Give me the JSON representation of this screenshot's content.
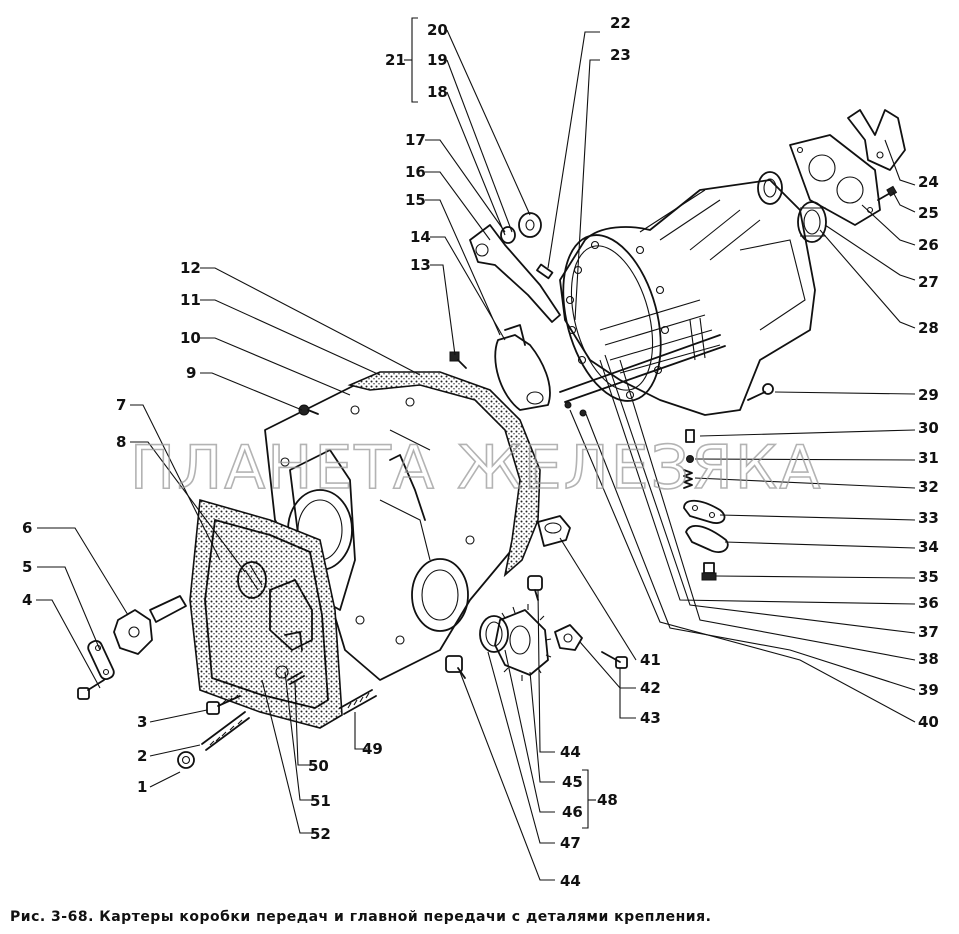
{
  "figure": {
    "caption": "Рис. 3-68. Картеры коробки передач и главной передачи с деталями крепления.",
    "watermark": "ПЛАНЕТА ЖЕЛЕЗЯКА",
    "brackets": {
      "group_21": "21",
      "group_48": "48"
    }
  },
  "callouts": {
    "c1": "1",
    "c2": "2",
    "c3": "3",
    "c4": "4",
    "c5": "5",
    "c6": "6",
    "c7": "7",
    "c8": "8",
    "c9": "9",
    "c10": "10",
    "c11": "11",
    "c12": "12",
    "c13": "13",
    "c14": "14",
    "c15": "15",
    "c16": "16",
    "c17": "17",
    "c18": "18",
    "c19": "19",
    "c20": "20",
    "c22": "22",
    "c23": "23",
    "c24": "24",
    "c25": "25",
    "c26": "26",
    "c27": "27",
    "c28": "28",
    "c29": "29",
    "c30": "30",
    "c31": "31",
    "c32": "32",
    "c33": "33",
    "c34": "34",
    "c35": "35",
    "c36": "36",
    "c37": "37",
    "c38": "38",
    "c39": "39",
    "c40": "40",
    "c41": "41",
    "c42": "42",
    "c43": "43",
    "c44a": "44",
    "c44b": "44",
    "c45": "45",
    "c46": "46",
    "c47": "47",
    "c49": "49",
    "c50": "50",
    "c51": "51",
    "c52": "52"
  }
}
